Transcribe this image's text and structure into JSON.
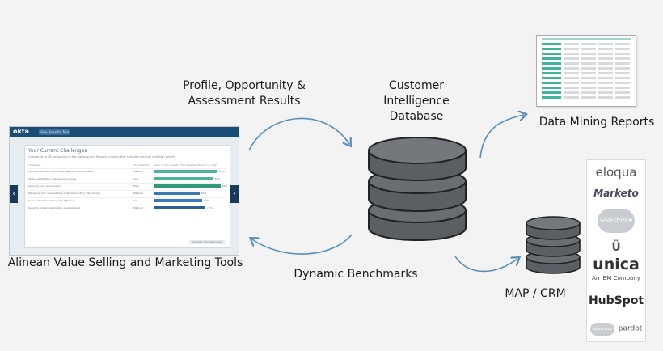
{
  "labels": {
    "profile_results": "Profile, Opportunity &\nAssessment Results",
    "customer_db": "Customer\nIntelligence\nDatabase",
    "data_mining": "Data Mining Reports",
    "alinean_tools": "Alinean Value Selling and Marketing Tools",
    "dynamic_benchmarks": "Dynamic Benchmarks",
    "map_crm": "MAP / CRM"
  },
  "screenshot": {
    "logo": "okta",
    "tab": "View Benefits Tool",
    "title": "Your Current Challenges",
    "subtitle": "Compared to 38 companies in the Banking and Finance industry that selected medium and high priority",
    "col_challenge": "Challenge",
    "col_selected": "You Selected",
    "col_industry": "Peers in Your Industry that Selected Medium or High",
    "rows": [
      {
        "text": "Add and remove IT personnel users and terminations",
        "value": "Medium",
        "pct": "88%",
        "frac": 0.88,
        "color": "#4db39a"
      },
      {
        "text": "Secure application and securing access",
        "value": "Low",
        "pct": "82%",
        "frac": 0.82,
        "color": "#4db39a"
      },
      {
        "text": "Securing your environment",
        "value": "High",
        "pct": "92%",
        "frac": 0.92,
        "color": "#2f9b7c"
      },
      {
        "text": "Managing and consolidating multiple directory / directories",
        "value": "Medium",
        "pct": "63%",
        "frac": 0.63,
        "color": "#3a78b6"
      },
      {
        "text": "Secure API Dependency and efficiency",
        "value": "Low",
        "pct": "67%",
        "frac": 0.67,
        "color": "#3a78b6"
      },
      {
        "text": "Securing modern application development",
        "value": "Medium",
        "pct": "71%",
        "frac": 0.71,
        "color": "#2b5f96"
      }
    ],
    "footer_button": "Complete / Show Benchmark"
  },
  "vendors": {
    "eloqua": "eloqua",
    "marketo": "Marketo",
    "salesforce": "salesforce",
    "unica": "unica",
    "ibm": "An IBM Company",
    "hubspot": "HubSpot",
    "salesforce_pardot": "salesforce",
    "pardot": "pardot"
  },
  "colors": {
    "database": "#5b5e62",
    "report_accent": "#3fb39d",
    "arrow": "#5a8db8"
  },
  "icons": [
    "curved-arrow-icon",
    "database-icon",
    "report-sheet-icon",
    "vendor-logo"
  ]
}
